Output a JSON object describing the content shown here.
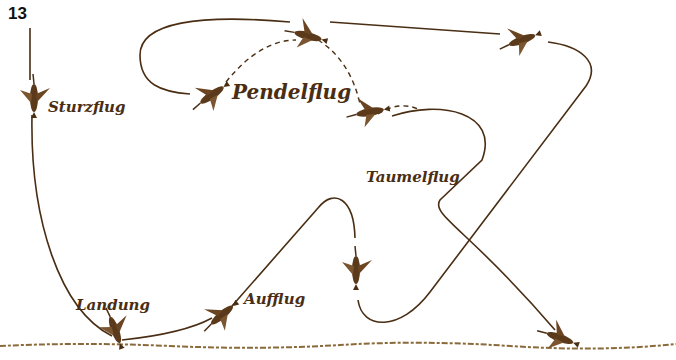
{
  "diagram": {
    "labels": [
      "13",
      "Sturzflug",
      "Pendelflug",
      "Taumelflug",
      "Landung",
      "Aufflug"
    ]
  }
}
